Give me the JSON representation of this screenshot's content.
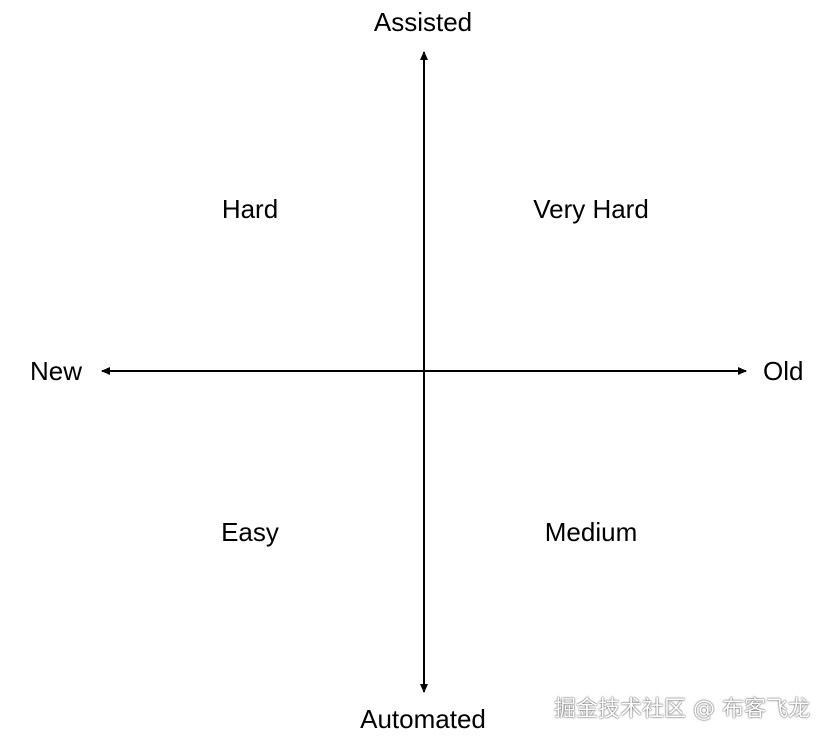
{
  "axes": {
    "top_label": "Assisted",
    "bottom_label": "Automated",
    "left_label": "New",
    "right_label": "Old"
  },
  "quadrants": {
    "top_left": "Hard",
    "top_right": "Very Hard",
    "bottom_left": "Easy",
    "bottom_right": "Medium"
  },
  "watermark": "掘金技术社区 @ 布客飞龙",
  "colors": {
    "line": "#000000",
    "background": "#ffffff",
    "text": "#000000"
  }
}
